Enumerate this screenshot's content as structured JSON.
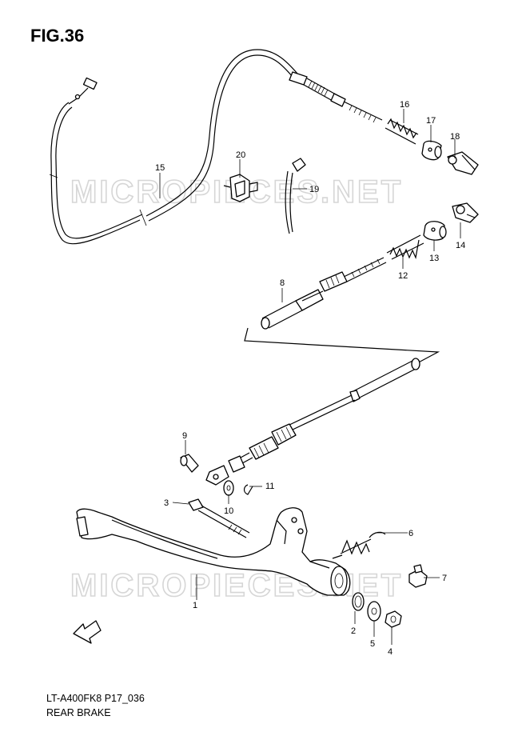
{
  "figure": {
    "title": "FIG.36"
  },
  "footer": {
    "model_code": "LT-A400FK8 P17_036",
    "section": "REAR BRAKE"
  },
  "watermark": {
    "text": "MICROPIECES.NET"
  },
  "callouts": [
    "1",
    "2",
    "3",
    "4",
    "5",
    "6",
    "7",
    "8",
    "9",
    "10",
    "11",
    "12",
    "13",
    "14",
    "15",
    "16",
    "17",
    "18",
    "19",
    "20"
  ]
}
